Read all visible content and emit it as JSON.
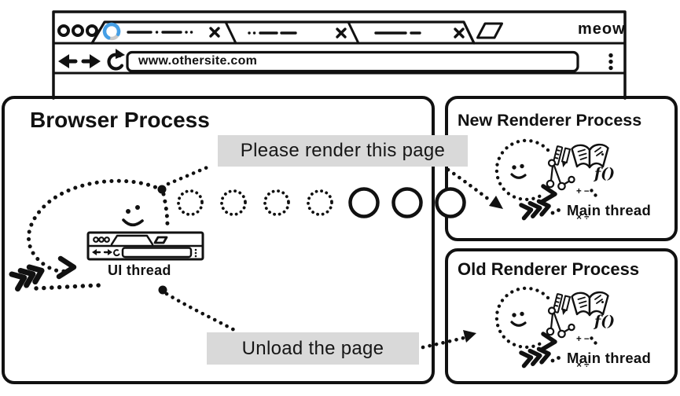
{
  "colors": {
    "ink": "#111111",
    "label_bg": "#d9d9d9",
    "spinner_blue": "#459fe6",
    "spinner_track": "#c9c9c9"
  },
  "browser_window": {
    "brand_label": "meow",
    "address_bar": {
      "url": "www.othersite.com"
    },
    "tab_count": 3
  },
  "browser_process": {
    "title": "Browser Process",
    "thread_label": "UI thread",
    "messages": {
      "render": "Please render this page",
      "unload": "Unload the page"
    }
  },
  "new_renderer_process": {
    "title": "New Renderer Process",
    "thread_label": "Main thread",
    "glyphs": {
      "function": "f()",
      "math_row1": "+ −",
      "math_row2": "× ÷"
    }
  },
  "old_renderer_process": {
    "title": "Old Renderer Process",
    "thread_label": "Main thread",
    "glyphs": {
      "function": "f()",
      "math_row1": "+ −",
      "math_row2": "× ÷"
    }
  }
}
